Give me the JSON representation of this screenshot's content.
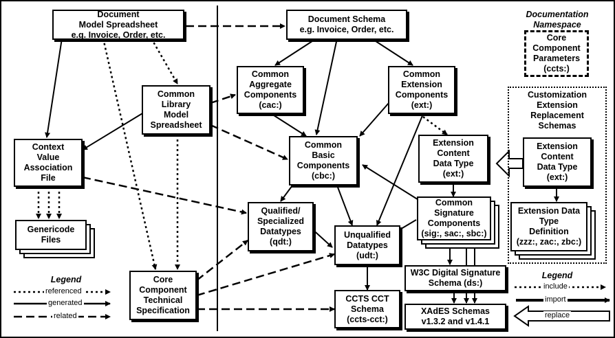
{
  "nodes": {
    "doc_model_spreadsheet": "Document\nModel Spreadsheet\ne.g. Invoice, Order, etc.",
    "document_schema": "Document Schema\ne.g. Invoice, Order, etc.",
    "common_library_model": "Common\nLibrary\nModel\nSpreadsheet",
    "cac": "Common\nAggregate\nComponents\n(cac:)",
    "ext": "Common\nExtension\nComponents\n(ext:)",
    "context_value": "Context\nValue\nAssociation\nFile",
    "cbc": "Common\nBasic\nComponents\n(cbc:)",
    "ext_content_type": "Extension\nContent\nData Type\n(ext:)",
    "ext_content_type_replacement": "Extension\nContent\nData Type\n(ext:)",
    "qdt": "Qualified/\nSpecialized\nDatatypes\n(qdt:)",
    "udt": "Unqualified\nDatatypes\n(udt:)",
    "sig": "Common\nSignature\nComponents\n(sig:, sac:, sbc:)",
    "ext_data_type_def": "Extension Data\nType\nDefinition\n(zzz:, zac:, zbc:)",
    "genericode": "Genericode\nFiles",
    "ccts_spec": "Core\nComponent\nTechnical\nSpecification",
    "ccts_cct": "CCTS CCT\nSchema\n(ccts-cct:)",
    "ds": "W3C Digital Signature\nSchema (ds:)",
    "xades": "XAdES Schemas\nv1.3.2 and v1.4.1",
    "ccts_params": "Core\nComponent\nParameters\n(ccts:)"
  },
  "doc_namespace_title": "Documentation\nNamespace",
  "customization_title": "Customization\nExtension\nReplacement\nSchemas",
  "legend_left": {
    "title": "Legend",
    "items": [
      "referenced",
      "generated",
      "related"
    ]
  },
  "legend_right": {
    "title": "Legend",
    "items": [
      "include",
      "import",
      "replace"
    ]
  }
}
